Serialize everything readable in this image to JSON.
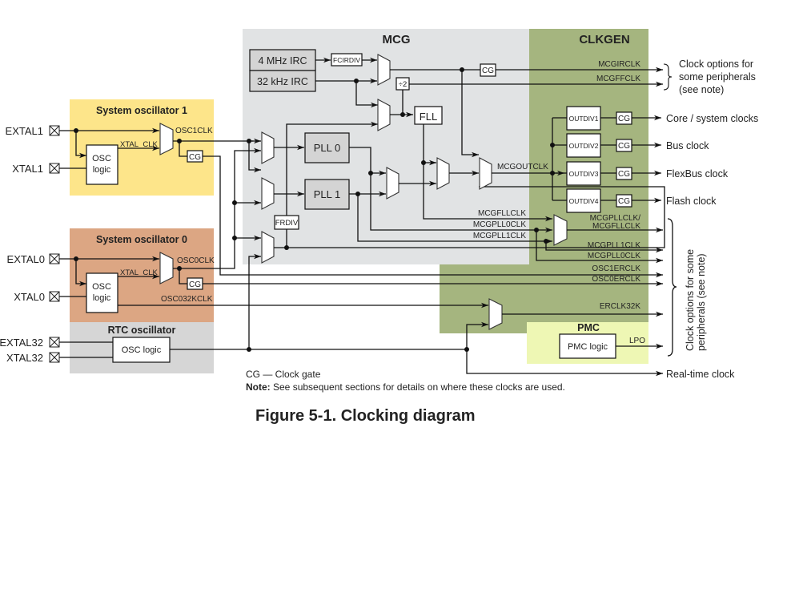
{
  "figure": {
    "caption": "Figure 5-1. Clocking diagram",
    "legend_cg": "CG — Clock gate",
    "note_label": "Note:",
    "note_text": " See subsequent sections for details on where these clocks are used."
  },
  "colors": {
    "mcg_bg": "#e1e3e4",
    "clkgen_bg": "#a5b57f",
    "sysosc1_bg": "#fde58a",
    "sysosc0_bg": "#dca683",
    "rtc_bg": "#d6d6d6",
    "pmc_bg": "#eef7b4",
    "block_gray": "#d4d4d4"
  },
  "blocks": {
    "mcg": {
      "title": "MCG"
    },
    "clkgen": {
      "title": "CLKGEN"
    },
    "sysosc1": {
      "title": "System oscillator 1",
      "osc_logic": [
        "OSC",
        "logic"
      ],
      "xtal_clk": "XTAL_CLK",
      "out": "OSC1CLK",
      "cg": "CG"
    },
    "sysosc0": {
      "title": "System oscillator 0",
      "osc_logic": [
        "OSC",
        "logic"
      ],
      "xtal_clk": "XTAL_CLK",
      "out": "OSC0CLK",
      "cg": "CG",
      "out32k": "OSC032KCLK"
    },
    "rtc": {
      "title": "RTC oscillator",
      "osc_logic": "OSC logic"
    },
    "pmc": {
      "title": "PMC",
      "logic": "PMC logic",
      "out": "LPO"
    }
  },
  "pins": [
    "EXTAL1",
    "XTAL1",
    "EXTAL0",
    "XTAL0",
    "EXTAL32",
    "XTAL32"
  ],
  "mcg_parts": {
    "irc4m": "4 MHz IRC",
    "irc32k": "32 kHz IRC",
    "fcirdiv": "FCIRDIV",
    "div2": "÷2",
    "fll": "FLL",
    "pll0": "PLL 0",
    "pll1": "PLL 1",
    "frdiv": "FRDIV",
    "cg": "CG",
    "mcgoutclk": "MCGOUTCLK",
    "mcgfllclk": "MCGFLLCLK",
    "mcgpll0clk": "MCGPLL0CLK",
    "mcgpll1clk": "MCGPLL1CLK"
  },
  "clkgen_parts": {
    "outdivs": [
      "OUTDIV1",
      "OUTDIV2",
      "OUTDIV3",
      "OUTDIV4"
    ],
    "cg": "CG",
    "signals": {
      "mcgirclk": "MCGIRCLK",
      "mcgffclk": "MCGFFCLK",
      "mcgpllfll_1": "MCGPLLCLK/",
      "mcgpllfll_2": "MCGFLLCLK",
      "mcgpll1clk": "MCGPLL1CLK",
      "mcgpll0clk": "MCGPLL0CLK",
      "osc1erclk": "OSC1ERCLK",
      "osc0erclk": "OSC0ERCLK",
      "erclk32k": "ERCLK32K"
    }
  },
  "outputs": {
    "core": "Core / system clocks",
    "bus": "Bus clock",
    "flexbus": "FlexBus clock",
    "flash": "Flash clock",
    "rtc": "Real-time clock",
    "peripheral_note_top": [
      "Clock options for",
      "some peripherals",
      "(see note)"
    ],
    "peripheral_note_side": [
      "Clock options for some",
      "peripherals (see note)"
    ]
  }
}
